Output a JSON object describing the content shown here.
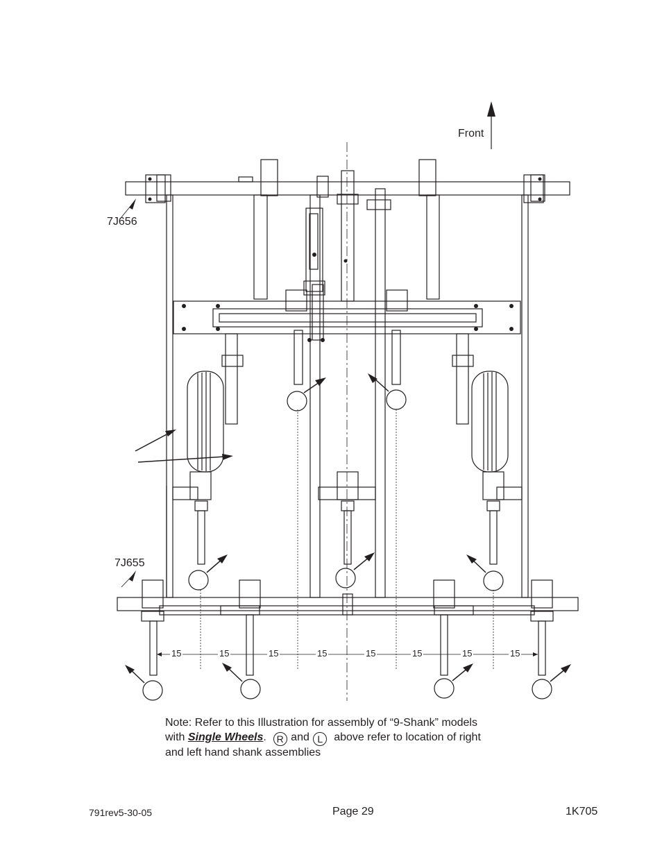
{
  "labels": {
    "front": "Front",
    "part_top": "7J656",
    "part_bottom": "7J655"
  },
  "dimensions": [
    "15",
    "15",
    "15",
    "15",
    "15",
    "15",
    "15",
    "15"
  ],
  "note": {
    "line1": "Note:  Refer to this Illustration for assembly of “9-Shank” models",
    "with": "with",
    "emphasis": "Single Wheels",
    "period": ".",
    "right_symbol": "R",
    "and": "and",
    "left_symbol": "L",
    "rest": "above refer to location of right",
    "line3": "and left hand shank assemblies"
  },
  "footer": {
    "left": "791rev5-30-05",
    "center": "Page 29",
    "right": "1K705"
  }
}
